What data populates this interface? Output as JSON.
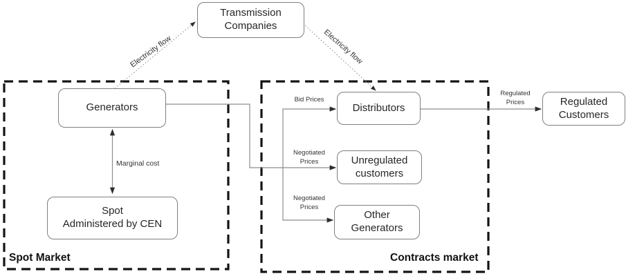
{
  "nodes": {
    "transmission_companies": {
      "label": "Transmission\nCompanies"
    },
    "generators": {
      "label": "Generators"
    },
    "spot": {
      "label": "Spot\nAdministered by CEN"
    },
    "distributors": {
      "label": "Distributors"
    },
    "unregulated_customers": {
      "label": "Unregulated\ncustomers"
    },
    "other_generators": {
      "label": "Other\nGenerators"
    },
    "regulated_customers": {
      "label": "Regulated\nCustomers"
    }
  },
  "containers": {
    "spot_market": {
      "label": "Spot Market"
    },
    "contracts_market": {
      "label": "Contracts market"
    }
  },
  "edge_labels": {
    "electricity_flow_left": "Electricity flow",
    "electricity_flow_right": "Electricity flow",
    "marginal_cost": "Marginal cost",
    "bid_prices": "Bid Prices",
    "negotiated_prices_1": "Negotiated\nPrices",
    "negotiated_prices_2": "Negotiated\nPrices",
    "regulated_prices": "Regulated\nPrices"
  },
  "edges": [
    {
      "from": "Generators",
      "to": "Transmission Companies",
      "label": "Electricity flow",
      "style": "dotted",
      "arrows": "end"
    },
    {
      "from": "Transmission Companies",
      "to": "Distributors",
      "label": "Electricity flow",
      "style": "dotted",
      "arrows": "end"
    },
    {
      "from": "Generators",
      "to": "Spot Administered by CEN",
      "label": "Marginal cost",
      "style": "solid",
      "arrows": "both"
    },
    {
      "from": "Generators",
      "to": "Distributors",
      "label": "Bid Prices",
      "style": "solid",
      "arrows": "end"
    },
    {
      "from": "Generators",
      "to": "Unregulated customers",
      "label": "Negotiated Prices",
      "style": "solid",
      "arrows": "end"
    },
    {
      "from": "Generators",
      "to": "Other Generators",
      "label": "Negotiated Prices",
      "style": "solid",
      "arrows": "end"
    },
    {
      "from": "Distributors",
      "to": "Regulated Customers",
      "label": "Regulated Prices",
      "style": "solid",
      "arrows": "end"
    }
  ],
  "colors": {
    "box_border": "#7f7f7f",
    "connector_line": "#8c8c8c",
    "dashed_container": "#141414",
    "arrowhead": "#2e2e2e",
    "text": "#262626",
    "background": "#ffffff"
  }
}
